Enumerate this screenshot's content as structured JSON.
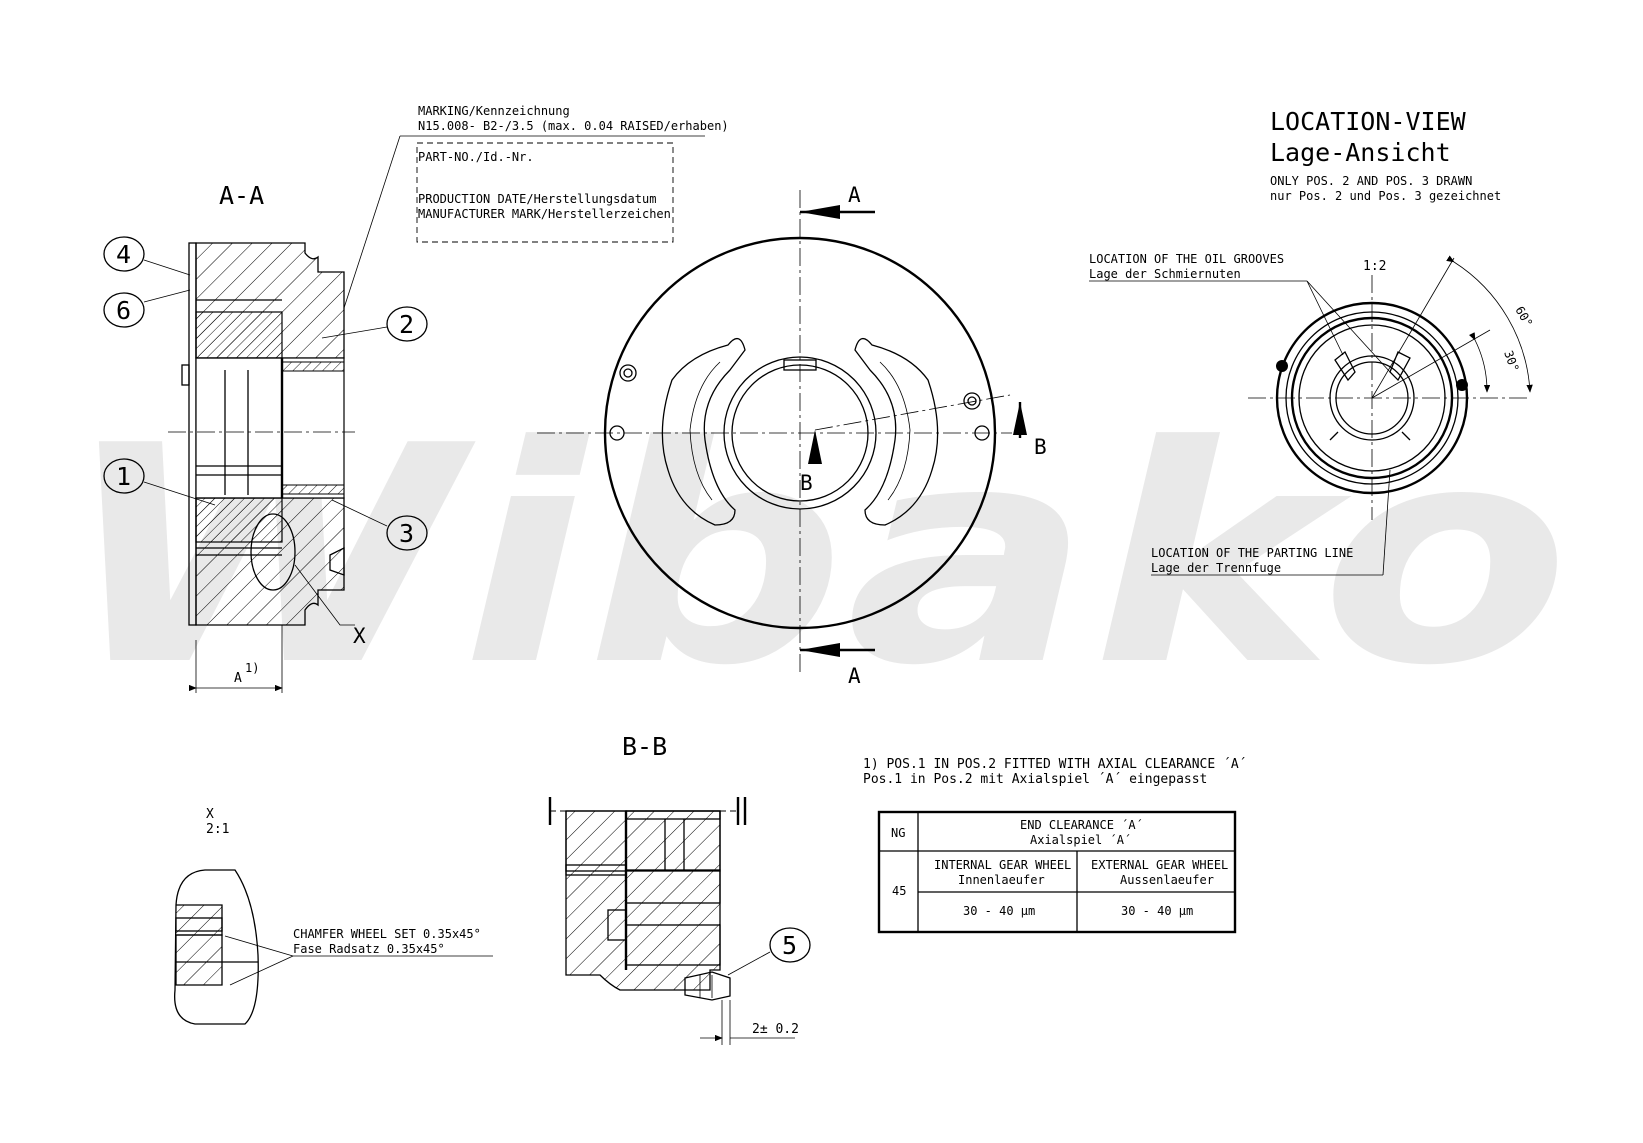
{
  "watermark": "Wibako",
  "section_aa": {
    "title": "A-A",
    "dim_label": "A",
    "dim_note": "1)",
    "detail_ref": "X"
  },
  "balloons": [
    "1",
    "2",
    "3",
    "4",
    "5",
    "6"
  ],
  "marking": {
    "line1": "MARKING/Kennzeichnung",
    "line2": "N15.008- B2-/3.5 (max. 0.04 RAISED/erhaben)",
    "box_line1": "PART-NO./Id.-Nr.",
    "box_line2": "PRODUCTION DATE/Herstellungsdatum",
    "box_line3": "MANUFACTURER MARK/Herstellerzeichen"
  },
  "front_view": {
    "cut_a_top": "A",
    "cut_a_bottom": "A",
    "cut_b_right": "B",
    "cut_b_left": "B"
  },
  "location_view": {
    "title_en": "LOCATION-VIEW",
    "title_de": "Lage-Ansicht",
    "note_en": "ONLY POS. 2 AND POS. 3 DRAWN",
    "note_de": "nur Pos. 2 und Pos. 3 gezeichnet",
    "oil_grooves_en": "LOCATION OF THE OIL GROOVES",
    "oil_grooves_de": "Lage der Schmiernuten",
    "scale": "1:2",
    "angle_60": "60°",
    "angle_30": "30°",
    "parting_line_en": "LOCATION OF THE PARTING LINE",
    "parting_line_de": "Lage der Trennfuge"
  },
  "detail_x": {
    "label": "X",
    "scale": "2:1",
    "chamfer_en": "CHAMFER WHEEL SET 0.35x45°",
    "chamfer_de": "Fase Radsatz 0.35x45°"
  },
  "section_bb": {
    "title": "B-B",
    "dim": "2± 0.2"
  },
  "note": {
    "line1": "1) POS.1 IN POS.2 FITTED WITH AXIAL CLEARANCE ´A´",
    "line2": "Pos.1 in Pos.2 mit Axialspiel ´A´ eingepasst"
  },
  "table": {
    "col_ng": "NG",
    "head_en": "END CLEARANCE ´A´",
    "head_de": "Axialspiel ´A´",
    "ng_value": "45",
    "internal_en": "INTERNAL GEAR WHEEL",
    "internal_de": "Innenlaeufer",
    "external_en": "EXTERNAL GEAR WHEEL",
    "external_de": "Aussenlaeufer",
    "internal_value": "30 - 40 µm",
    "external_value": "30 - 40 µm"
  }
}
